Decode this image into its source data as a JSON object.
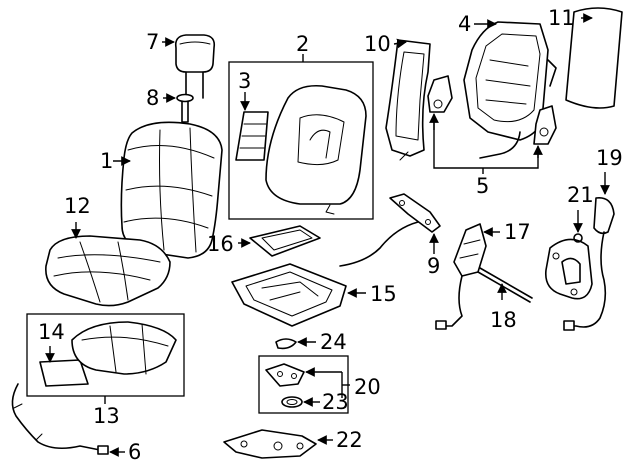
{
  "parts": [
    {
      "id": "p1",
      "label": "1"
    },
    {
      "id": "p2",
      "label": "2"
    },
    {
      "id": "p3",
      "label": "3"
    },
    {
      "id": "p4",
      "label": "4"
    },
    {
      "id": "p5",
      "label": "5"
    },
    {
      "id": "p6",
      "label": "6"
    },
    {
      "id": "p7",
      "label": "7"
    },
    {
      "id": "p8",
      "label": "8"
    },
    {
      "id": "p9",
      "label": "9"
    },
    {
      "id": "p10",
      "label": "10"
    },
    {
      "id": "p11",
      "label": "11"
    },
    {
      "id": "p12",
      "label": "12"
    },
    {
      "id": "p13",
      "label": "13"
    },
    {
      "id": "p14",
      "label": "14"
    },
    {
      "id": "p15",
      "label": "15"
    },
    {
      "id": "p16",
      "label": "16"
    },
    {
      "id": "p17",
      "label": "17"
    },
    {
      "id": "p18",
      "label": "18"
    },
    {
      "id": "p19",
      "label": "19"
    },
    {
      "id": "p20",
      "label": "20"
    },
    {
      "id": "p21",
      "label": "21"
    },
    {
      "id": "p22",
      "label": "22"
    },
    {
      "id": "p23",
      "label": "23"
    },
    {
      "id": "p24",
      "label": "24"
    }
  ]
}
